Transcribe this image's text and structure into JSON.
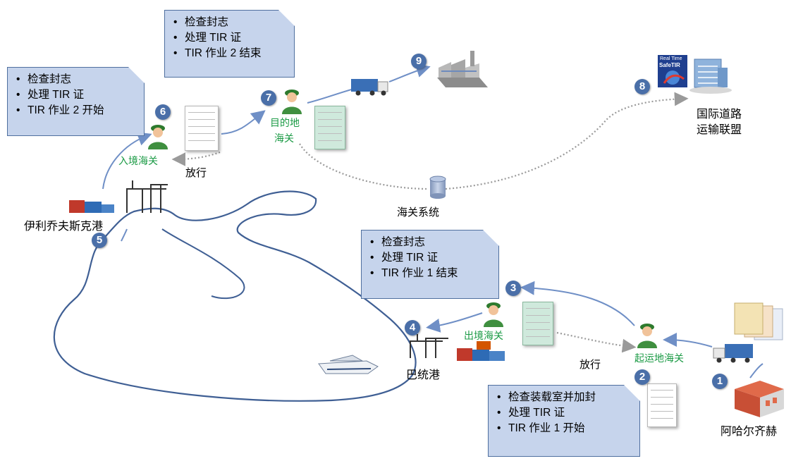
{
  "notes": {
    "note_entry": [
      "检查封志",
      "处理 TIR 证",
      "TIR 作业 2 开始"
    ],
    "note_dest": [
      "检查封志",
      "处理 TIR 证",
      "TIR 作业 2 结束"
    ],
    "note_exit": [
      "检查封志",
      "处理 TIR 证",
      "TIR 作业 1 结束"
    ],
    "note_origin": [
      "检查装载室并加封",
      "处理 TIR 证",
      "TIR 作业 1 开始"
    ]
  },
  "labels": {
    "entry_customs": "入境海关",
    "release_top": "放行",
    "destination_customs_line1": "目的地",
    "destination_customs_line2": "海关",
    "customs_system": "海关系统",
    "iru_line1": "国际道路",
    "iru_line2": "运输联盟",
    "port_ilyichevsk": "伊利乔夫斯克港",
    "port_batumi": "巴统港",
    "exit_customs": "出境海关",
    "release_bottom": "放行",
    "origin_customs": "起运地海关",
    "origin_city": "阿哈尔齐赫",
    "safetir_line1": "Real Time",
    "safetir_line2": "SafeTIR"
  },
  "steps": [
    "1",
    "2",
    "3",
    "4",
    "5",
    "6",
    "7",
    "8",
    "9"
  ],
  "colors": {
    "note_fill": "#c6d4ec",
    "note_border": "#4f6f9f",
    "badge": "#4a6fa8",
    "arrow": "#6f8fc6",
    "customs_label": "#1a9a44",
    "coastline": "#3f5f94"
  }
}
